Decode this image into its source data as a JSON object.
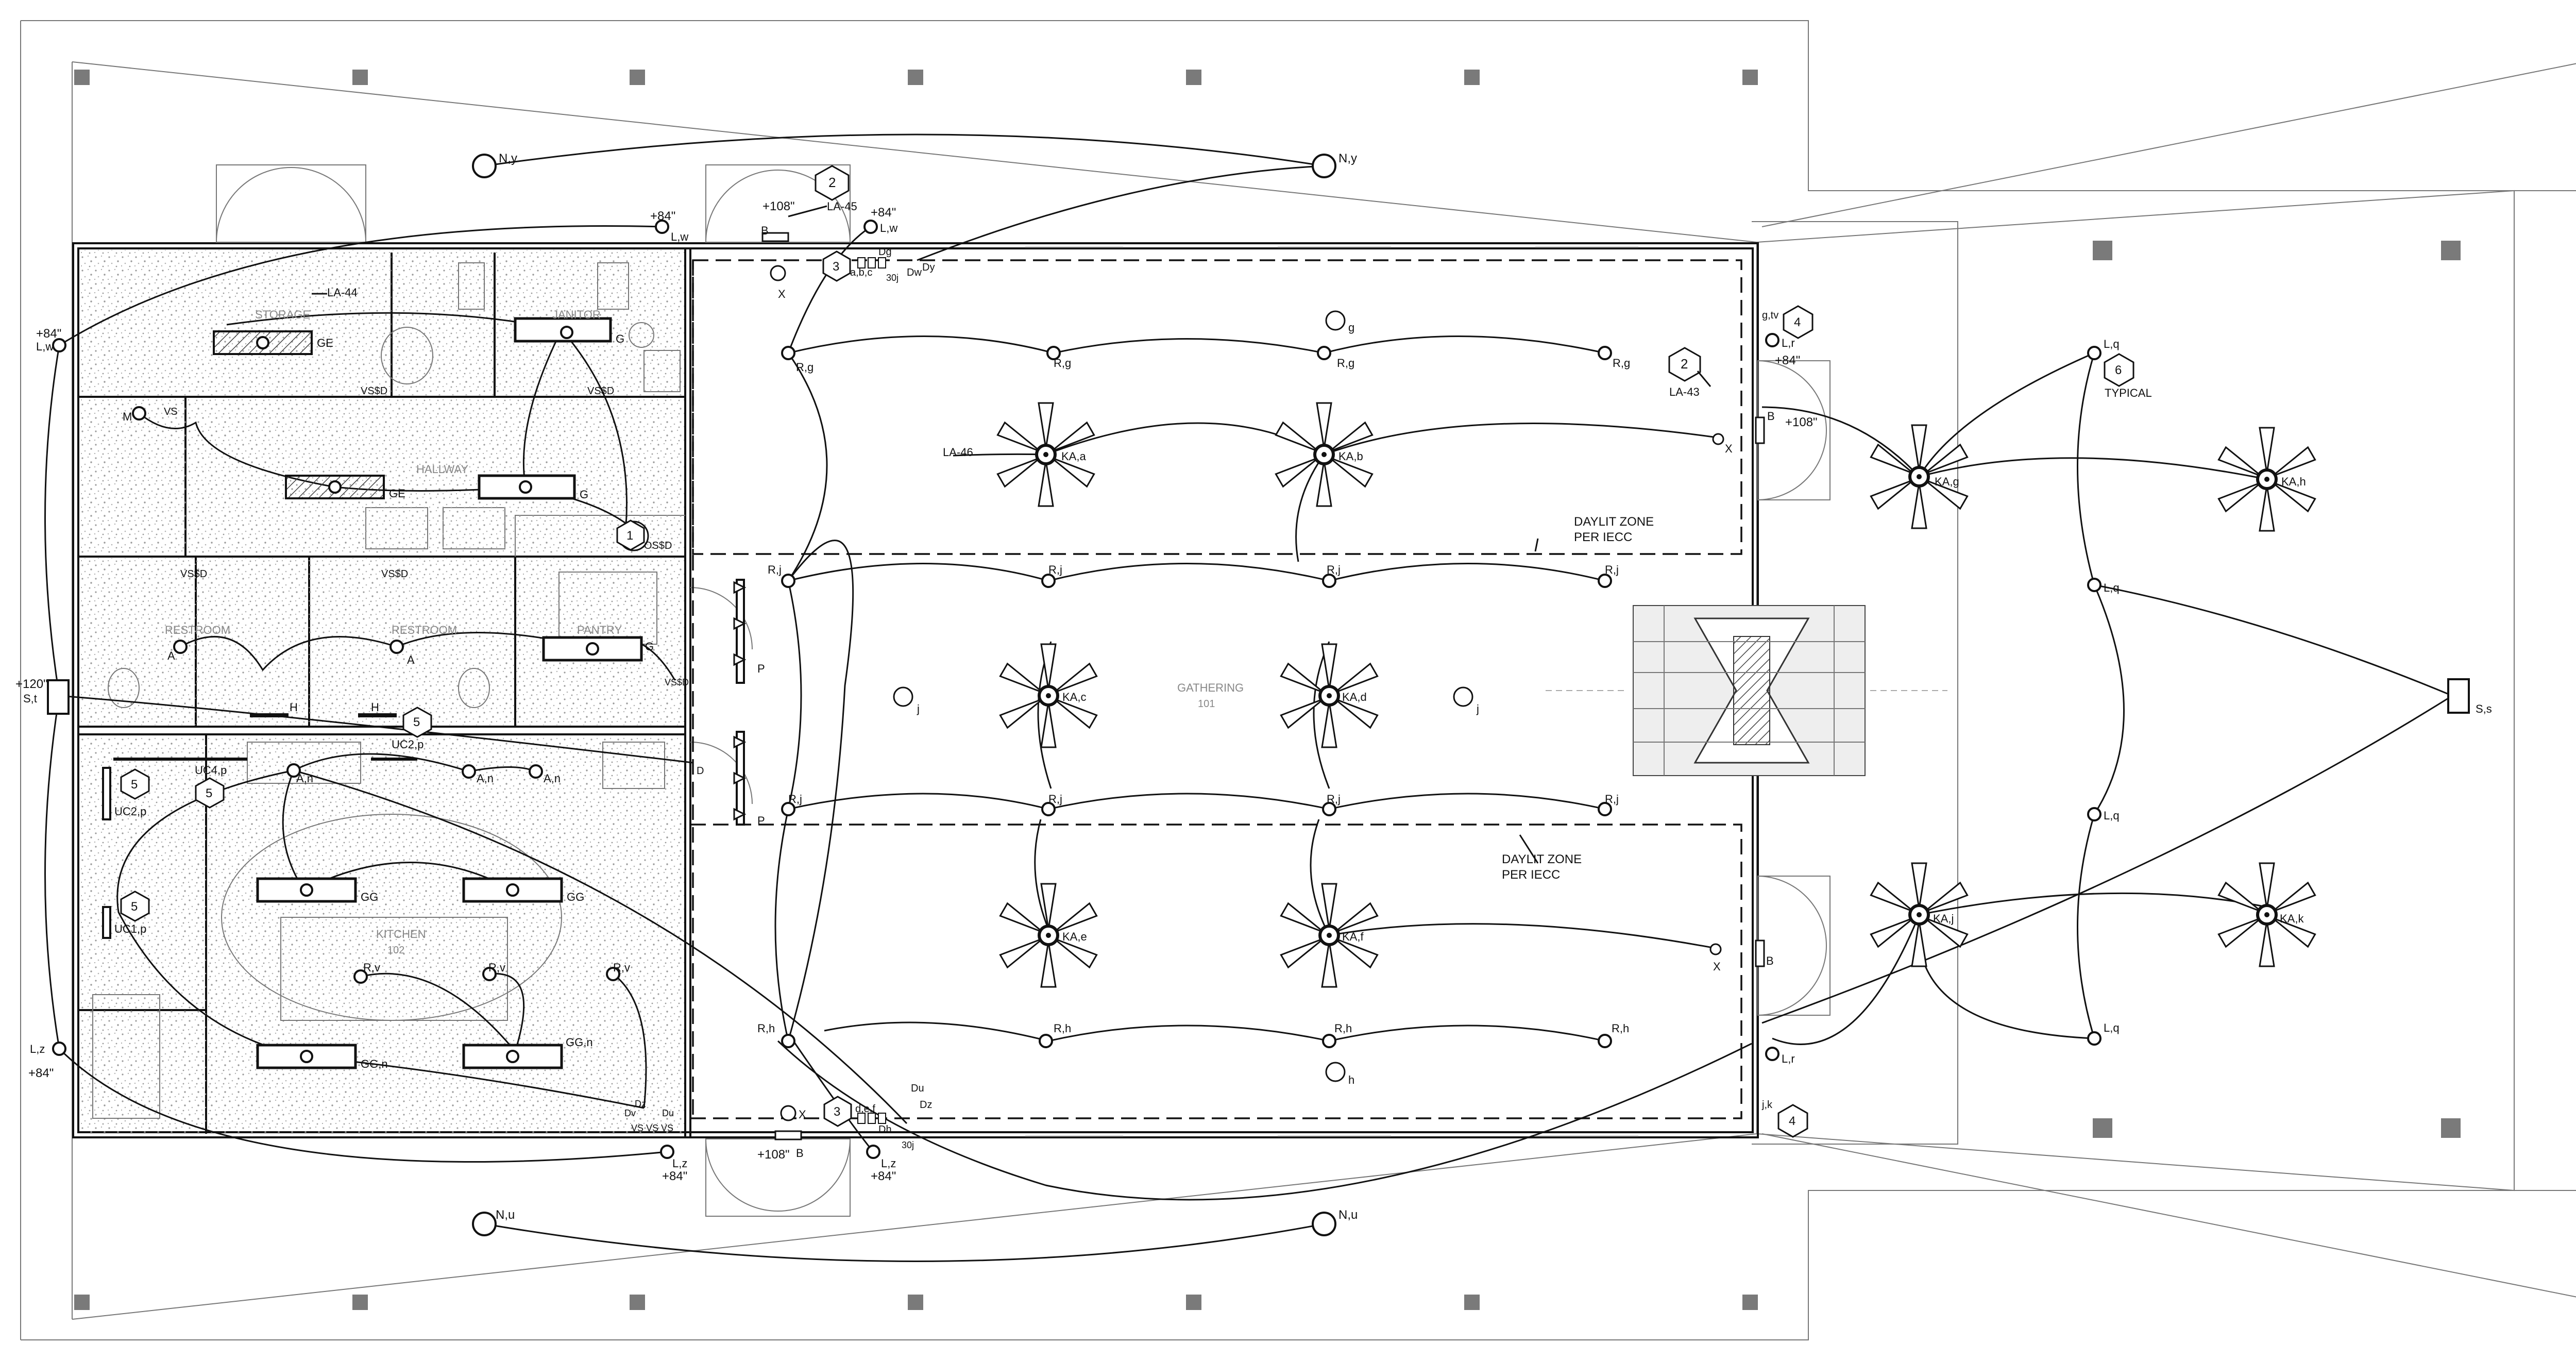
{
  "rooms": {
    "storage": "STORAGE",
    "janitor": "JANITOR",
    "hallway": "HALLWAY",
    "restroom_1": "RESTROOM",
    "restroom_2": "RESTROOM",
    "pantry": "PANTRY",
    "gathering": "GATHERING",
    "gathering_num": "101",
    "kitchen": "KITCHEN",
    "kitchen_num": "102"
  },
  "notes": {
    "daylit_1_line1": "DAYLIT ZONE",
    "daylit_1_line2": "PER IECC",
    "daylit_2_line1": "DAYLIT ZONE",
    "daylit_2_line2": "PER IECC",
    "typical": "TYPICAL"
  },
  "circuits": {
    "la44": "LA-44",
    "la45": "LA-45",
    "la46": "LA-46",
    "la43": "LA-43"
  },
  "heights": {
    "h84_top_left": "+84\"",
    "h84_top_mid": "+84\"",
    "h84_left_top": "+84\"",
    "h108_top": "+108\"",
    "h84_right": "+84\"",
    "h108_right": "+108\"",
    "h120": "+120\"",
    "h84_left_bot": "+84\"",
    "h108_bot": "+108\"",
    "h84_bot_left": "+84\"",
    "h84_bot_mid": "+84\""
  },
  "tags": {
    "t1": "1",
    "t2a": "2",
    "t2b": "2",
    "t3a": "3",
    "t3b": "3",
    "t4a": "4",
    "t4b": "4",
    "t5a": "5",
    "t5b": "5",
    "t5c": "5",
    "t5d": "5",
    "t6": "6"
  },
  "fixture_labels": {
    "ny_left": "N,y",
    "ny_right": "N,y",
    "nu_left": "N,u",
    "nu_right": "N,u",
    "lw_top": "L,w",
    "lw_top2": "L,w",
    "lw_left": "L,w",
    "lz_left": "L,z",
    "lz_bot": "L,z",
    "lz_bot2": "L,z",
    "lr_right_top": "L,r",
    "lr_right_bot": "L,r",
    "lq_1": "L,q",
    "lq_2": "L,q",
    "lq_3": "L,q",
    "lq_4": "L,q",
    "st": "S,t",
    "ss": "S,s",
    "rg_1": "R,g",
    "rg_2": "R,g",
    "rg_3": "R,g",
    "rg_4": "R,g",
    "rj_1": "R,j",
    "rj_2": "R,j",
    "rj_3": "R,j",
    "rj_4": "R,j",
    "rj_5": "R,j",
    "rj_6": "R,j",
    "rj_7": "R,j",
    "rj_8": "R,j",
    "rh_1": "R,h",
    "rh_2": "R,h",
    "rh_3": "R,h",
    "rh_4": "R,h",
    "rv_1": "R,v",
    "rv_2": "R,v",
    "rv_3": "R,v",
    "an_1": "A,n",
    "an_2": "A,n",
    "an_3": "A,n",
    "a_1": "A",
    "a_2": "A",
    "m": "M",
    "ka_a": "KA,a",
    "ka_b": "KA,b",
    "ka_c": "KA,c",
    "ka_d": "KA,d",
    "ka_e": "KA,e",
    "ka_f": "KA,f",
    "ka_g": "KA,g",
    "ka_h": "KA,h",
    "ka_j": "KA,j",
    "ka_k": "KA,k",
    "ge_1": "GE",
    "ge_2": "GE",
    "g_1": "G",
    "g_2": "G",
    "g_3": "G",
    "gg_1": "GG",
    "gg_2": "GG",
    "ggn_1": "GG,n",
    "ggn_2": "GG,n",
    "uc4p": "UC4,p",
    "uc2p_1": "UC2,p",
    "uc2p_2": "UC2,p",
    "uc1p": "UC1,p",
    "h_1": "H",
    "h_2": "H",
    "p_1": "P",
    "p_2": "P",
    "x_1": "X",
    "x_2": "X",
    "x_3": "X",
    "x_4": "X",
    "b_1": "B",
    "b_2": "B",
    "b_3": "B",
    "b_4": "B",
    "vs_j1": "j",
    "vs_j2": "j",
    "os_g": "g",
    "os_h": "h",
    "gtv": "g,tv",
    "jk": "j,k",
    "vsd_1": "VS$D",
    "vsd_2": "VS$D",
    "vsd_3": "VS$D",
    "vsd_4": "VS$D",
    "vsd_5": "VS$D",
    "osd": "OS$D",
    "vs_1": "VS",
    "abc": "a,b,c",
    "dg": "Dg",
    "dw": "Dw",
    "dy": "Dy",
    "d30j": "30j",
    "def": "d,e,f",
    "du": "Du",
    "dz": "Dz",
    "dh": "Dh",
    "d30j_2": "30j",
    "dz_2": "Dz",
    "dv": "Dv",
    "du_2": "Du",
    "vsvsvs": "VS VS VS",
    "d_panel": "D"
  },
  "colors": {
    "line": "#111111",
    "thin": "#777777",
    "stipple": "#9a9a9a",
    "hatch": "#444444",
    "pier": "#7a7a7a"
  }
}
